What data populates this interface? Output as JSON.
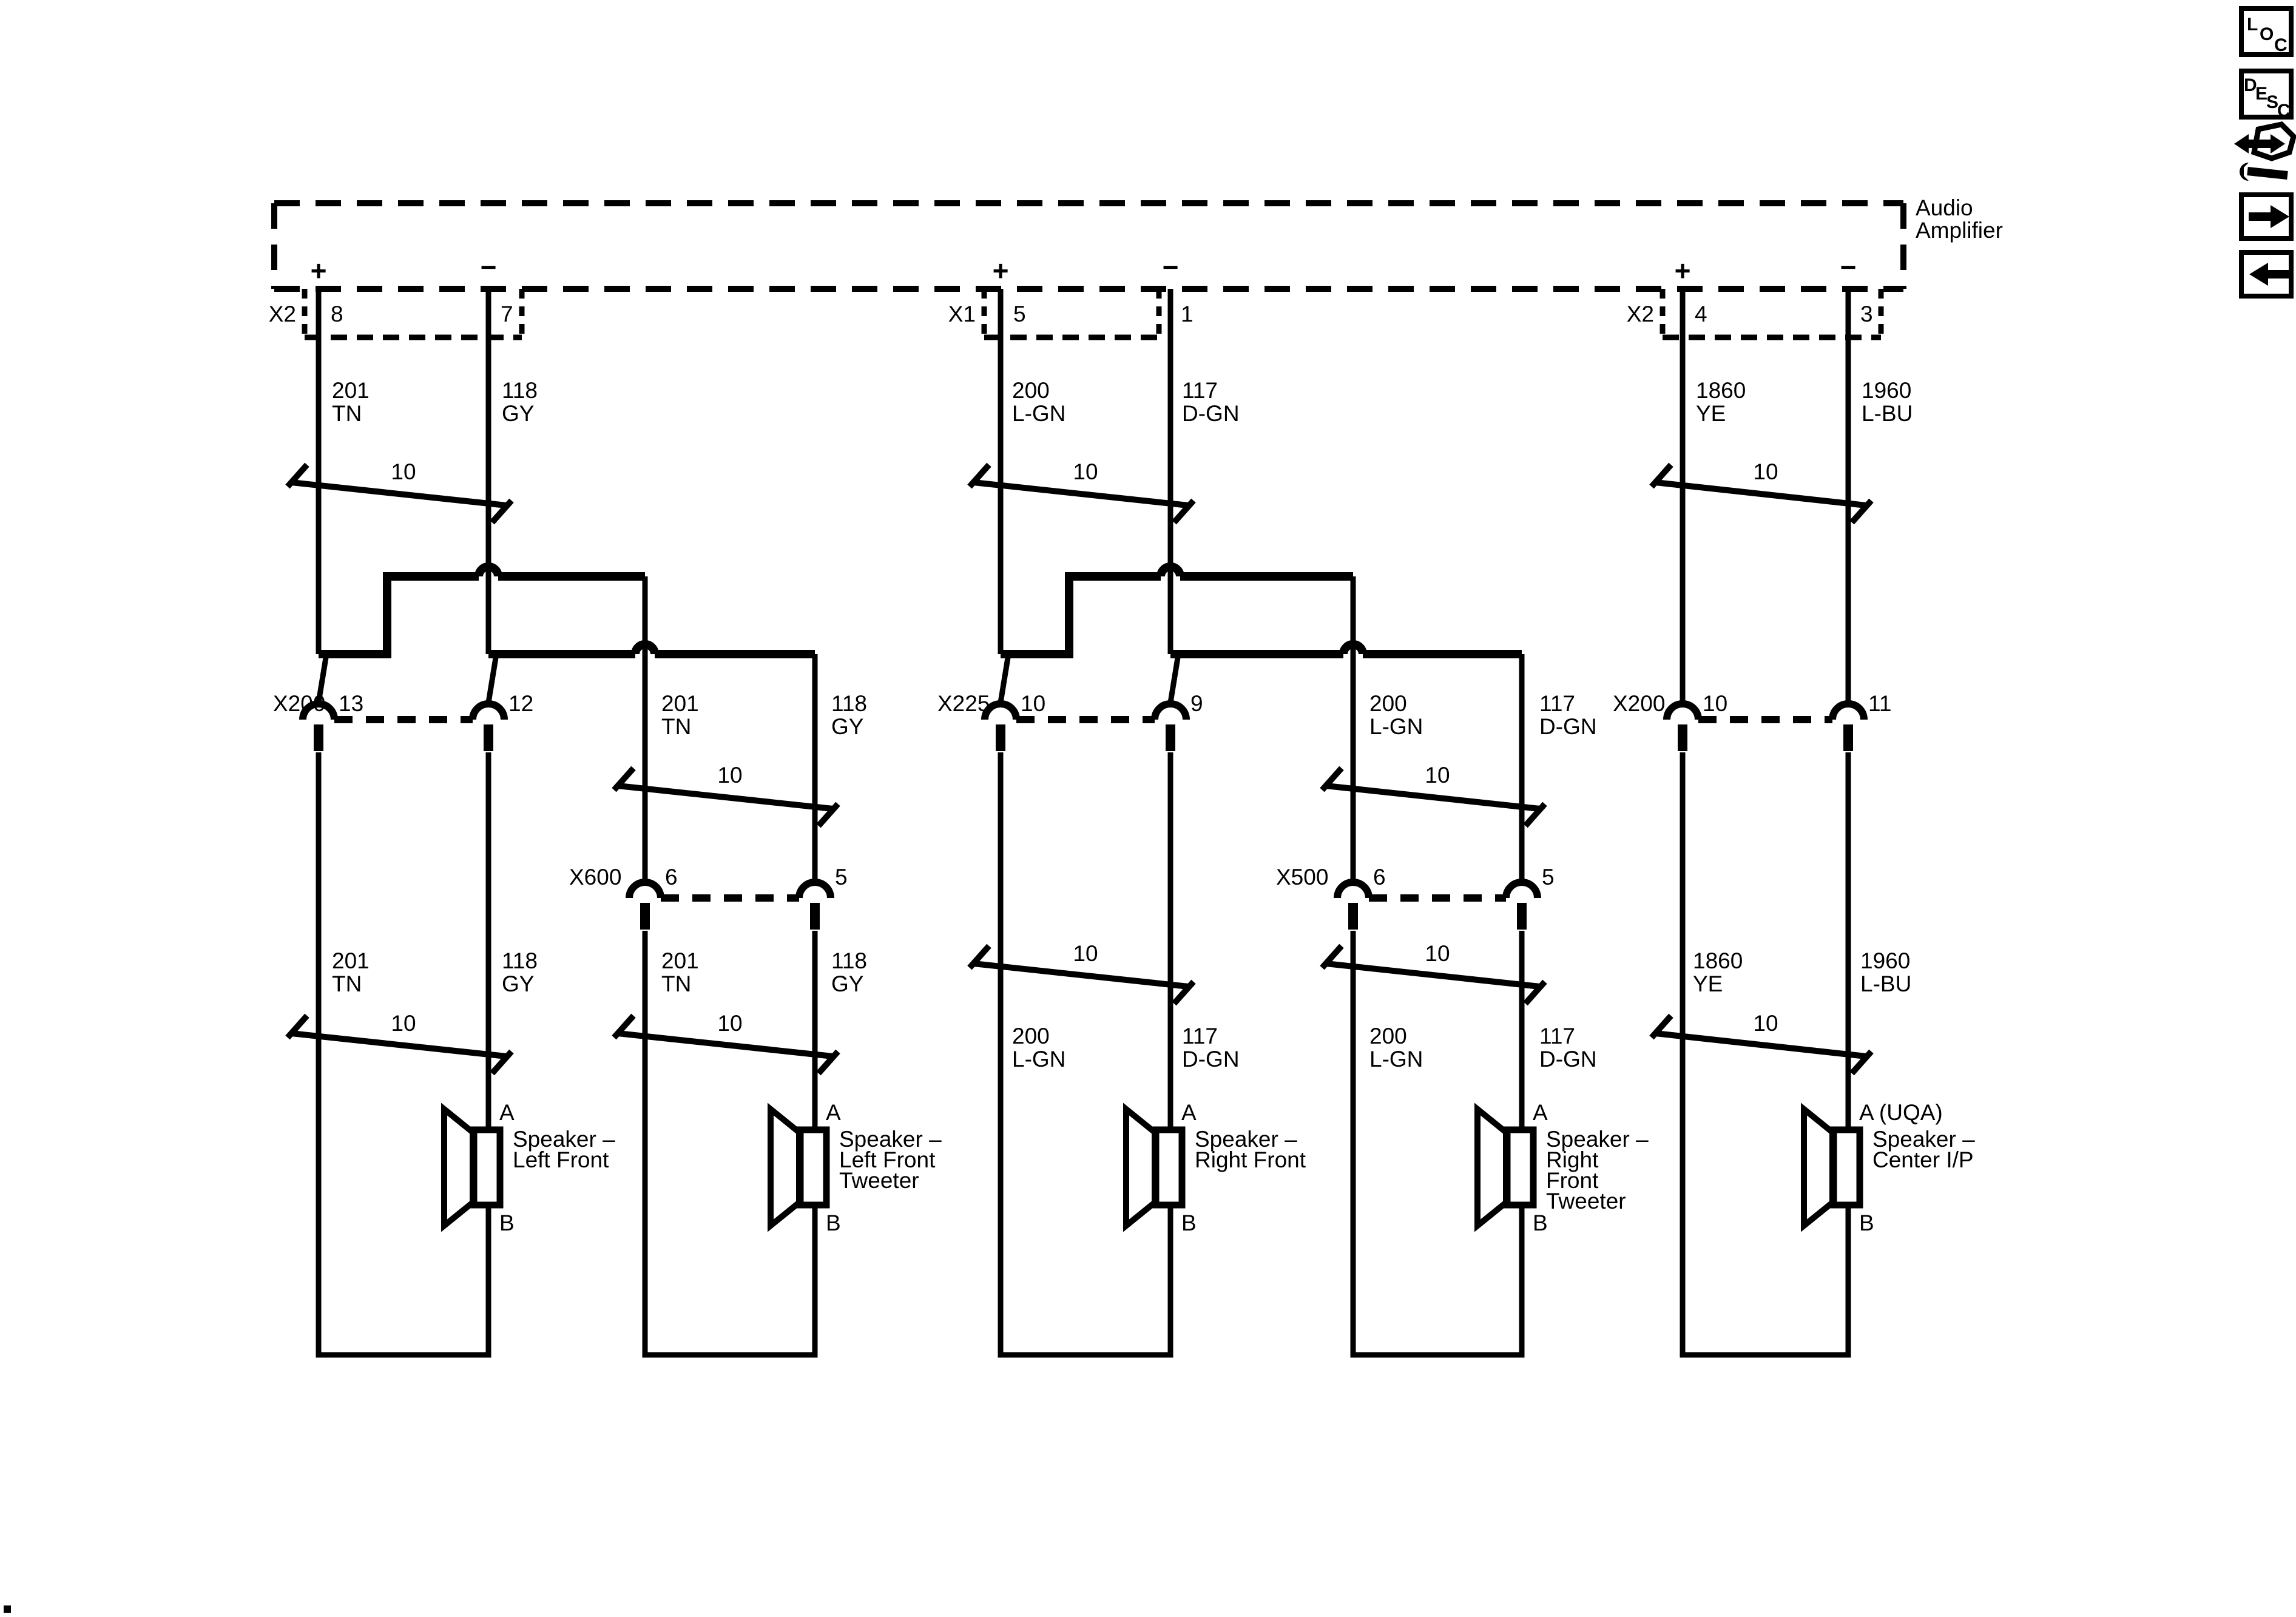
{
  "colors": {
    "ink": "#000000",
    "paper": "#ffffff"
  },
  "toolbar": {
    "loc_button": {
      "letters": [
        "L",
        "O",
        "C"
      ]
    },
    "desc_button": {
      "letters": [
        "D",
        "E",
        "S",
        "C"
      ]
    },
    "icons": {
      "wrench_arrow": "wrench-arrow-icon",
      "forward": "forward-arrow-icon",
      "back": "back-arrow-icon"
    }
  },
  "amplifier": {
    "name_line1": "Audio",
    "name_line2": "Amplifier"
  },
  "polarity": {
    "plus": "+",
    "minus": "−"
  },
  "gauge": "10",
  "sections": [
    {
      "name": "left-front",
      "top_connector": {
        "name": "X2",
        "pin_plus": "8",
        "pin_minus": "7"
      },
      "plus_wire": {
        "circuit": "201",
        "color": "TN"
      },
      "minus_wire": {
        "circuit": "118",
        "color": "GY"
      },
      "inline_connector": {
        "name": "X200",
        "pin_plus": "13",
        "pin_minus": "12"
      },
      "branch_connector": {
        "name": "X600",
        "pin_plus": "6",
        "pin_minus": "5"
      },
      "speaker": {
        "terminal_a": "A",
        "terminal_b": "B",
        "name_lines": [
          "Speaker –",
          "Left Front"
        ]
      },
      "branch_speaker": {
        "terminal_a": "A",
        "terminal_b": "B",
        "name_lines": [
          "Speaker –",
          "Left Front",
          "Tweeter"
        ]
      }
    },
    {
      "name": "right-front",
      "top_connector": {
        "name": "X1",
        "pin_plus": "5",
        "pin_minus": "1"
      },
      "plus_wire": {
        "circuit": "200",
        "color": "L-GN"
      },
      "minus_wire": {
        "circuit": "117",
        "color": "D-GN"
      },
      "inline_connector": {
        "name": "X225",
        "pin_plus": "10",
        "pin_minus": "9"
      },
      "branch_connector": {
        "name": "X500",
        "pin_plus": "6",
        "pin_minus": "5"
      },
      "speaker": {
        "terminal_a": "A",
        "terminal_b": "B",
        "name_lines": [
          "Speaker –",
          "Right Front"
        ]
      },
      "branch_speaker": {
        "terminal_a": "A",
        "terminal_b": "B",
        "name_lines": [
          "Speaker –",
          "Right",
          "Front",
          "Tweeter"
        ]
      }
    },
    {
      "name": "center-ip",
      "top_connector": {
        "name": "X2",
        "pin_plus": "4",
        "pin_minus": "3"
      },
      "plus_wire": {
        "circuit": "1860",
        "color": "YE"
      },
      "minus_wire": {
        "circuit": "1960",
        "color": "L-BU"
      },
      "inline_connector": {
        "name": "X200",
        "pin_plus": "10",
        "pin_minus": "11"
      },
      "speaker": {
        "terminal_a": "A (UQA)",
        "terminal_b": "B",
        "name_lines": [
          "Speaker –",
          "Center I/P"
        ]
      }
    }
  ]
}
